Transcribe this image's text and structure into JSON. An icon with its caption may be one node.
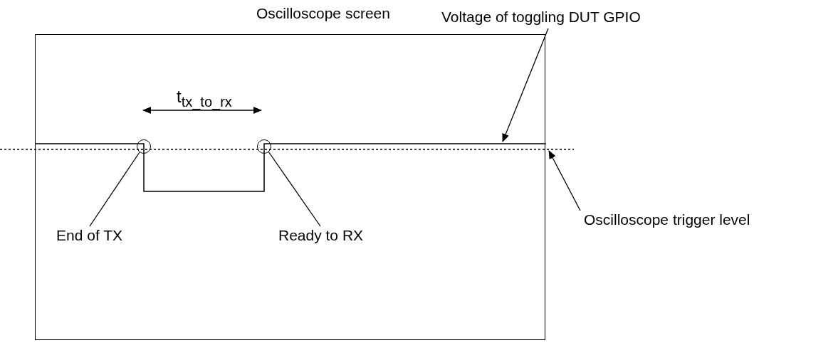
{
  "diagram": {
    "nodes": [
      {
        "text": [
          "Oscilloscope screen"
        ]
      },
      {
        "text": [],
        "shape": "circle",
        "in": 0
      },
      {
        "text": [],
        "shape": "circle",
        "in": 0
      },
      {
        "text": [
          "End of TX"
        ],
        "in": 0
      },
      {
        "text": [
          "Ready to RX"
        ],
        "in": 0
      },
      {
        "text": [
          "Voltage of toggling DUT GPIO"
        ]
      },
      {
        "text": [],
        "shape": "line",
        "in": 0
      },
      {
        "text": [],
        "shape": "line"
      },
      {
        "text": [
          "Oscilloscope trigger level"
        ]
      }
    ],
    "edges": [
      {
        "from": 3,
        "to": 1,
        "arrow": "none"
      },
      {
        "from": 4,
        "to": 2,
        "arrow": "none"
      },
      {
        "from": 5,
        "to": 6,
        "arrow": "to"
      },
      {
        "from": 8,
        "to": 7,
        "arrow": "to"
      }
    ],
    "labels": [
      "t$_{tx_to_rx}$"
    ]
  }
}
